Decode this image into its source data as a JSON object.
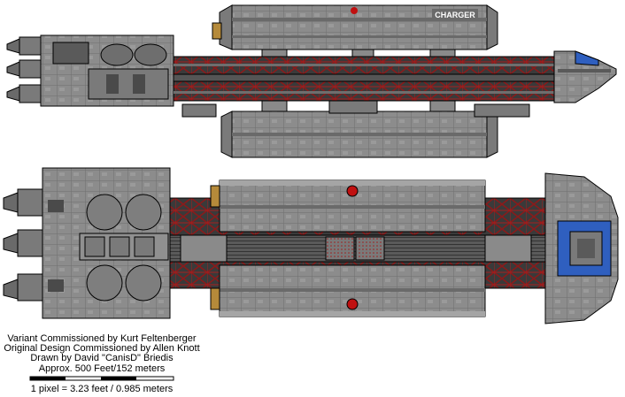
{
  "ship_label": "CHARGER",
  "credits": {
    "variant": "Variant Commissioned by Kurt Feltenberger",
    "original": "Original Design Commissioned by Allen Knott",
    "drawn": "Drawn by David \"CanisD\" Briedis",
    "length": "Approx. 500 Feet/152 meters",
    "scale": "1 pixel = 3.23 feet / 0.985 meters"
  },
  "colors": {
    "hull": "#8c8c8c",
    "hull_light": "#a5a5a5",
    "hull_dark": "#5a5a5a",
    "girder": "#8b1a1a",
    "accent_blue": "#2f5fbf",
    "emblem_red": "#c01010",
    "outline": "#000000"
  }
}
